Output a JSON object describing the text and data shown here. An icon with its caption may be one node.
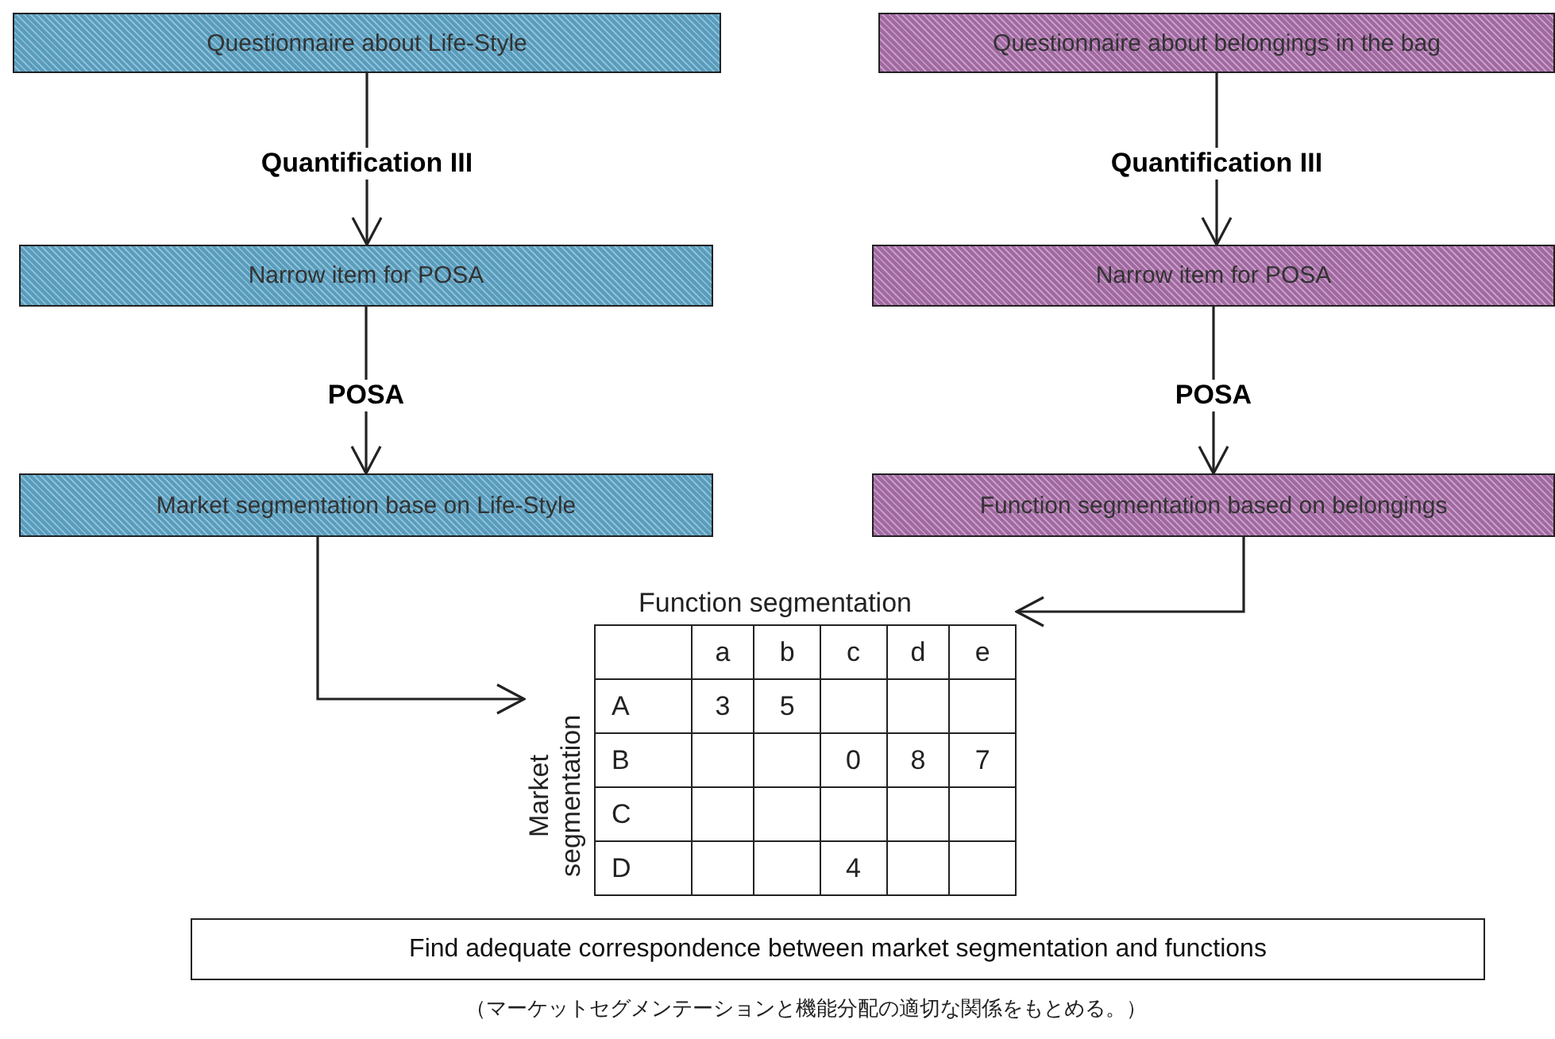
{
  "diagram": {
    "nodes": [
      {
        "text": [
          "Questionnaire about Life-Style"
        ]
      },
      {
        "text": [
          "Narrow item for POSA"
        ]
      },
      {
        "text": [
          "Market segmentation base on Life-Style"
        ]
      },
      {
        "text": [
          "Questionnaire about belongings in the bag"
        ]
      },
      {
        "text": [
          "Narrow item for POSA"
        ]
      },
      {
        "text": [
          "Function segmentation based on belongings"
        ]
      },
      {
        "text": [
          "Function segmentation",
          "Market segmentation"
        ]
      },
      {
        "text": [
          "Find adequate correspondence between market segmentation and functions"
        ],
        "beside": [
          "（マーケットセグメンテーションと機能分配の適切な関係をもとめる。）"
        ]
      }
    ],
    "edges": [
      {
        "from": 0,
        "to": 1,
        "arrow": "to",
        "label": "Quantification III"
      },
      {
        "from": 1,
        "to": 2,
        "arrow": "to",
        "label": "POSA"
      },
      {
        "from": 3,
        "to": 4,
        "arrow": "to",
        "label": "Quantification III"
      },
      {
        "from": 4,
        "to": 5,
        "arrow": "to",
        "label": "POSA"
      },
      {
        "from": 2,
        "to": 6,
        "arrow": "to"
      },
      {
        "from": 5,
        "to": 6,
        "arrow": "to"
      }
    ],
    "labels": [
      "a",
      "b",
      "c",
      "d",
      "e",
      "A",
      "3",
      "5",
      "B",
      "0",
      "8",
      "7",
      "C",
      "D",
      "4"
    ]
  }
}
